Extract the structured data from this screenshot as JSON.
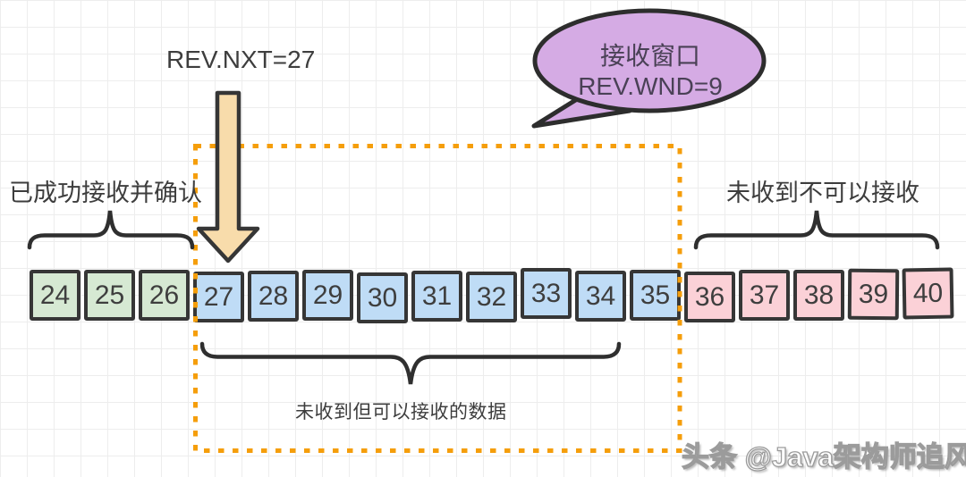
{
  "title_label": "REV.NXT=27",
  "bubble": {
    "line1": "接收窗口",
    "line2": "REV.WND=9"
  },
  "annotations": {
    "left": "已成功接收并确认",
    "right": "未收到不可以接收",
    "bottom": "未收到但可以接收的数据"
  },
  "sequence": {
    "cells": [
      {
        "value": "24",
        "group": "received"
      },
      {
        "value": "25",
        "group": "received"
      },
      {
        "value": "26",
        "group": "received"
      },
      {
        "value": "27",
        "group": "receivable"
      },
      {
        "value": "28",
        "group": "receivable"
      },
      {
        "value": "29",
        "group": "receivable"
      },
      {
        "value": "30",
        "group": "receivable"
      },
      {
        "value": "31",
        "group": "receivable"
      },
      {
        "value": "32",
        "group": "receivable"
      },
      {
        "value": "33",
        "group": "receivable"
      },
      {
        "value": "34",
        "group": "receivable"
      },
      {
        "value": "35",
        "group": "receivable"
      },
      {
        "value": "36",
        "group": "not-receivable"
      },
      {
        "value": "37",
        "group": "not-receivable"
      },
      {
        "value": "38",
        "group": "not-receivable"
      },
      {
        "value": "39",
        "group": "not-receivable"
      },
      {
        "value": "40",
        "group": "not-receivable"
      }
    ]
  },
  "watermark": "头条 @Java架构师追风",
  "colors": {
    "received_fill": "#d6e9d3",
    "receivable_fill": "#bfdcf6",
    "not_receivable_fill": "#fbd1d7",
    "arrow_fill": "#f8dcab",
    "window_border": "#f59e0b",
    "bubble_fill": "#d5abe4",
    "stroke_dark": "#363636",
    "text_dark": "#3d3d3d"
  }
}
